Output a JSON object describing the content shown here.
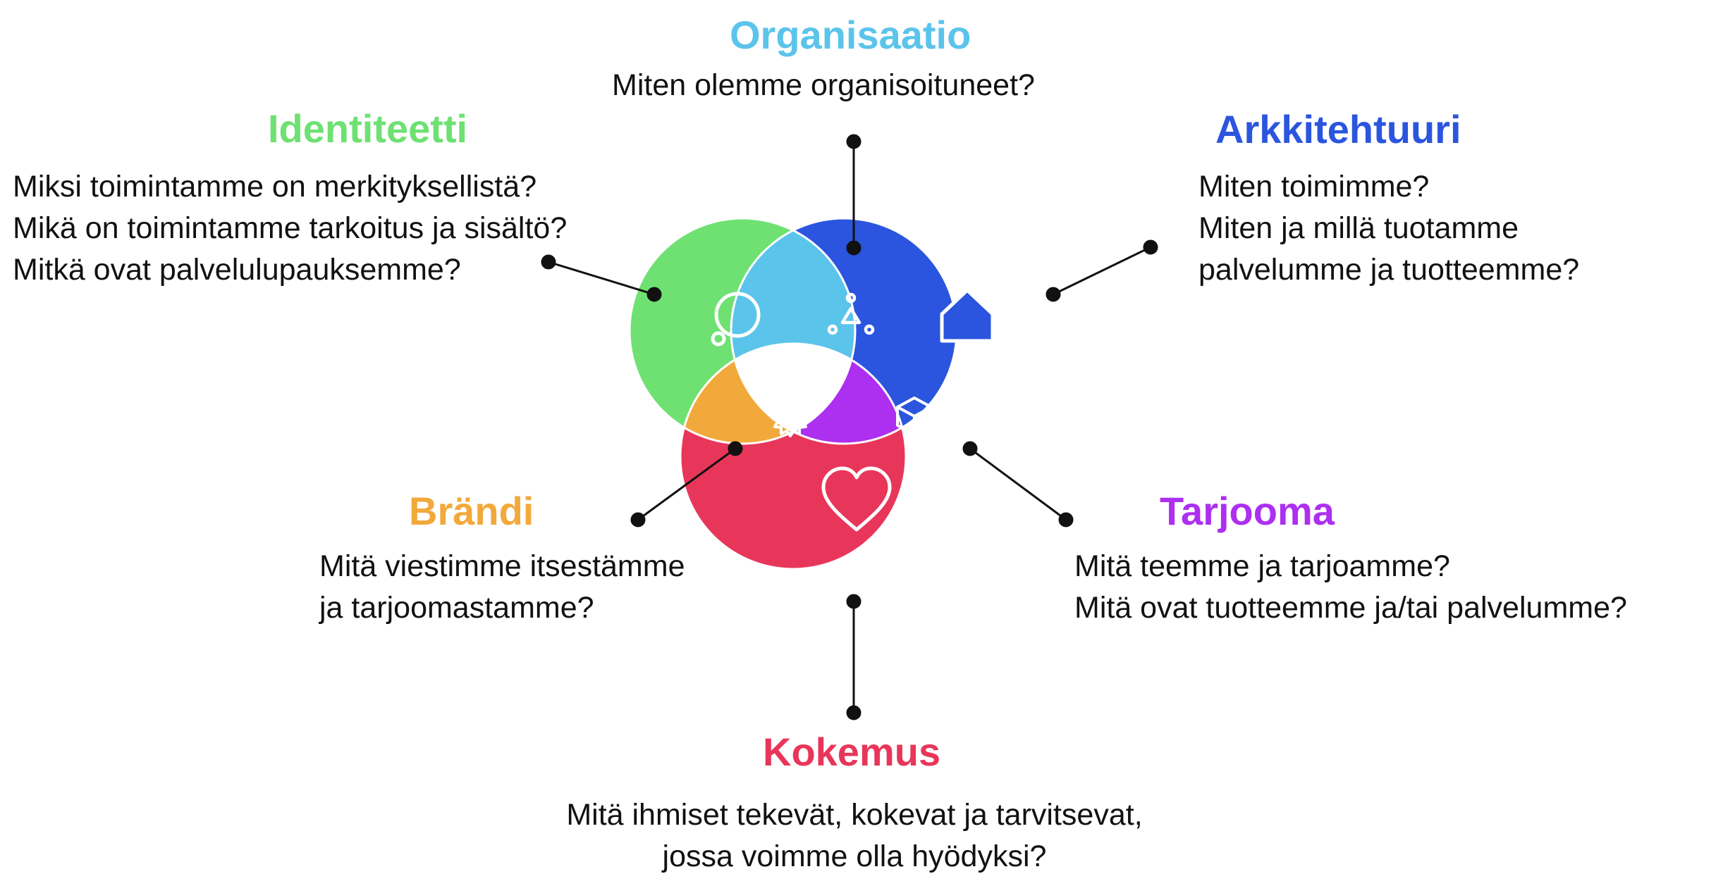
{
  "colors": {
    "organisaatio": "#5bc4eb",
    "identiteetti": "#6ee172",
    "arkkitehtuuri": "#2b55de",
    "brandi": "#f2a93b",
    "tarjooma": "#ad2ff0",
    "kokemus": "#e8365a",
    "connector": "#111111"
  },
  "sections": {
    "organisaatio": {
      "title": "Organisaatio",
      "lines": [
        "Miten olemme organisoituneet?"
      ]
    },
    "identiteetti": {
      "title": "Identiteetti",
      "lines": [
        "Miksi toimintamme on merkityksellistä?",
        "Mikä on toimintamme tarkoitus ja sisältö?",
        "Mitkä ovat palvelulupauksemme?"
      ]
    },
    "arkkitehtuuri": {
      "title": "Arkkitehtuuri",
      "lines": [
        "Miten toimimme?",
        "Miten ja millä tuotamme",
        "palvelumme ja tuotteemme?"
      ]
    },
    "brandi": {
      "title": "Brändi",
      "lines": [
        "Mitä viestimme itsestämme",
        "ja tarjoomastamme?"
      ]
    },
    "tarjooma": {
      "title": "Tarjooma",
      "lines": [
        "Mitä teemme ja tarjoamme?",
        "Mitä ovat tuotteemme ja/tai palvelumme?"
      ]
    },
    "kokemus": {
      "title": "Kokemus",
      "lines": [
        "Mitä ihmiset tekevät, kokevat ja tarvitsevat,",
        "jossa voimme olla hyödyksi?"
      ]
    }
  },
  "icons": {
    "identiteetti": "speech-bubble-icon",
    "arkkitehtuuri": "house-icon",
    "kokemus": "heart-icon",
    "organisaatio": "network-triangle-icon",
    "brandi": "sun-icon",
    "tarjooma": "cube-icon"
  }
}
